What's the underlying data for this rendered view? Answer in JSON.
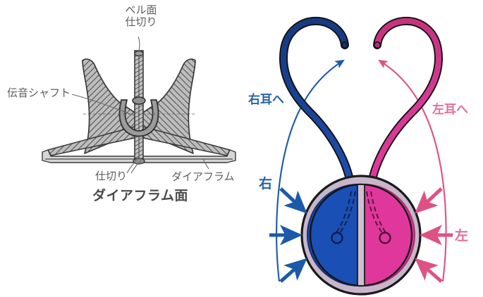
{
  "figure": {
    "title_hidden": "",
    "background_color": "#ffffff"
  },
  "left_diagram": {
    "name": "stethoscope-chestpiece-cross-section",
    "labels": {
      "bell_face_line1": "ベル面",
      "bell_face_line2": "仕切り",
      "sound_shaft": "伝音シャフト",
      "partition": "仕切り",
      "diaphragm": "ダイアフラム",
      "diaphragm_face": "ダイアフラム面"
    },
    "colors": {
      "outline": "#3d3d3d",
      "hatch_fill": "#b6b6b6",
      "label_text": "#5d5d5d",
      "caption_text": "#4a4a4a"
    }
  },
  "right_diagram": {
    "name": "stethoscope-binaural-flow",
    "labels": {
      "to_right_ear": "右耳へ",
      "to_left_ear": "左耳へ",
      "right": "右",
      "left": "左"
    },
    "colors": {
      "blue": "#1a4fb5",
      "blue_dark": "#123a86",
      "blue_label": "#2a62a8",
      "pink": "#e0379c",
      "pink_dark": "#c42a80",
      "pink_label": "#e0709c",
      "rim": "#c7b6c9",
      "outline": "#1a1a1a"
    },
    "arrows": {
      "left_side_count": 3,
      "right_side_count": 3,
      "left_side_color": "#1c5aa8",
      "right_side_color": "#de5185"
    }
  }
}
